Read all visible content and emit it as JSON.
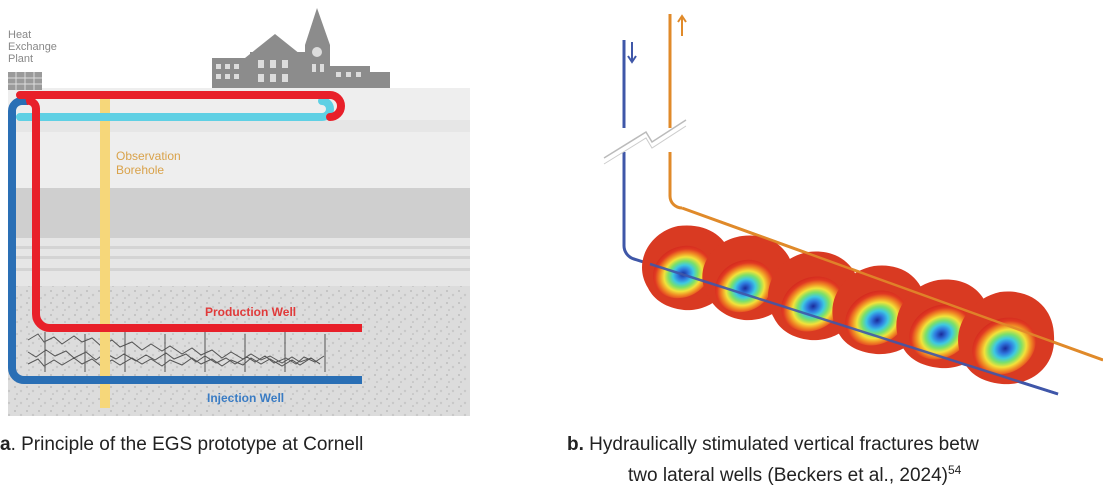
{
  "panel_a": {
    "plant_label": [
      "Heat",
      "Exchange",
      "Plant"
    ],
    "observation_label": [
      "Observation",
      "Borehole"
    ],
    "production_label": "Production Well",
    "injection_label": "Injection Well",
    "colors": {
      "production": "#e8202a",
      "injection": "#2a6fb5",
      "cold_return": "#5fd0e4",
      "observation": "#f6d77a",
      "label_observation": "#d9a24a",
      "label_production": "#e03a3a",
      "label_injection": "#3a7cc4"
    }
  },
  "panel_b": {
    "colors": {
      "injection_well": "#3f57a8",
      "production_well": "#e08a2a",
      "fracture_outer": "#d93a22",
      "fracture_inner": "#2b3aa0"
    }
  },
  "captions": {
    "a_bold": "a",
    "a_text": ". Principle of the EGS prototype at Cornell",
    "b_bold": "b.",
    "b_text_line1": " Hydraulically stimulated vertical fractures betw",
    "b_text_line2": "two lateral wells (Beckers et al., 2024)",
    "b_ref": "54"
  }
}
